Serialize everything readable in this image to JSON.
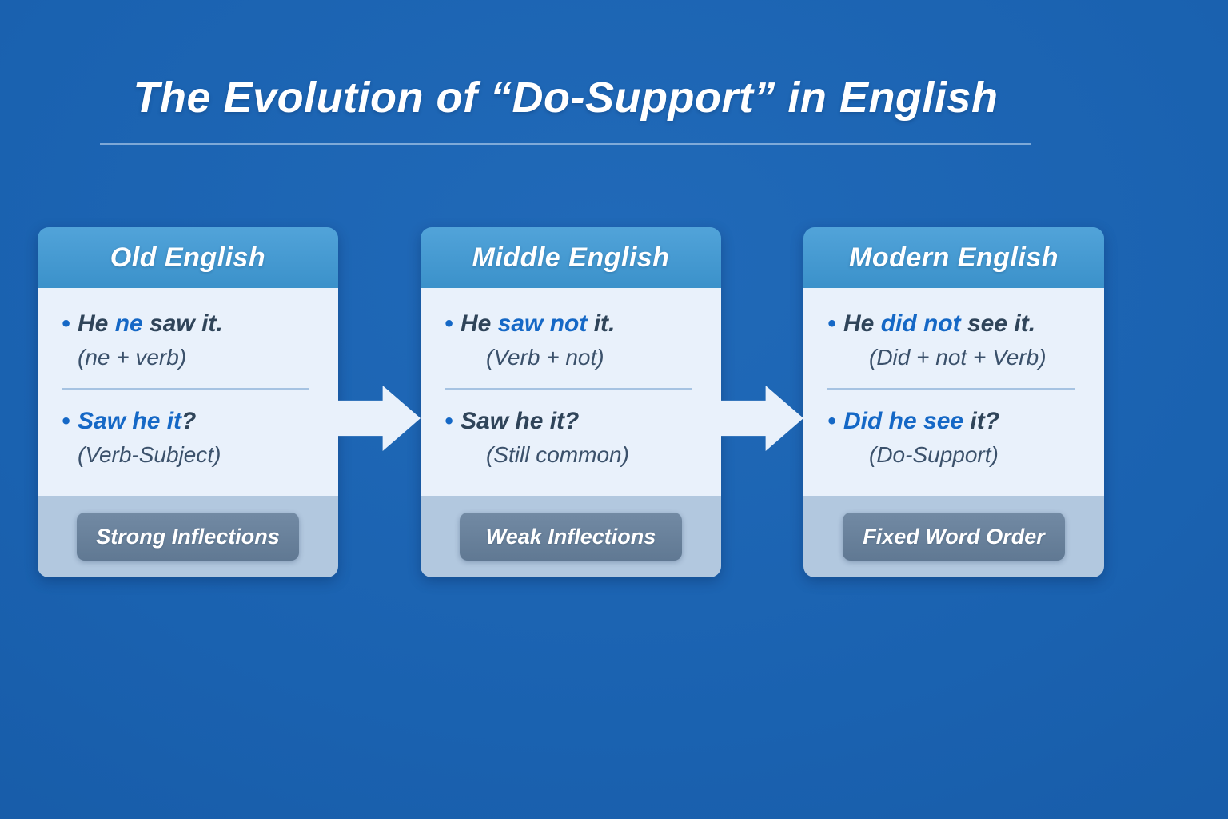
{
  "page_title": "The Evolution of “Do-Support” in English",
  "columns": [
    {
      "header": "Old English",
      "example1": {
        "segments": [
          {
            "t": "He ",
            "c": "dark"
          },
          {
            "t": "ne",
            "c": "blue"
          },
          {
            "t": " saw it.",
            "c": "dark"
          }
        ]
      },
      "caption1": "(ne + verb)",
      "example2": {
        "segments": [
          {
            "t": "Saw he it",
            "c": "blue"
          },
          {
            "t": "?",
            "c": "dark"
          }
        ]
      },
      "caption2": "(Verb-Subject)",
      "badge": "Strong Inflections"
    },
    {
      "header": "Middle English",
      "example1": {
        "segments": [
          {
            "t": "He ",
            "c": "dark"
          },
          {
            "t": "saw not",
            "c": "blue"
          },
          {
            "t": " it.",
            "c": "dark"
          }
        ]
      },
      "caption1": "(Verb + not)",
      "example2": {
        "segments": [
          {
            "t": "Saw he it?",
            "c": "dark"
          }
        ]
      },
      "caption2": "(Still common)",
      "badge": "Weak Inflections"
    },
    {
      "header": "Modern English",
      "example1": {
        "segments": [
          {
            "t": "He ",
            "c": "dark"
          },
          {
            "t": "did not",
            "c": "blue"
          },
          {
            "t": " see it.",
            "c": "dark"
          }
        ]
      },
      "caption1": "(Did + not + Verb)",
      "example2": {
        "segments": [
          {
            "t": "Did he see ",
            "c": "blue"
          },
          {
            "t": "it?",
            "c": "dark"
          }
        ]
      },
      "caption2": "(Do-Support)",
      "badge": "Fixed Word Order"
    }
  ],
  "icons": [
    {
      "name": "arrow-right-icon",
      "glyph": "→"
    },
    {
      "name": "bullet-icon",
      "glyph": "•"
    }
  ],
  "colors": {
    "background": "#1a62b0",
    "header_band": "#3e99d5",
    "card_body": "#e9f1fb",
    "footer_band": "#b2c8df",
    "badge_bg": "#66809c",
    "accent_blue": "#1568c6",
    "text_dark": "#2f4459",
    "caption_color": "#3b516b",
    "title_color": "#ffffff"
  }
}
